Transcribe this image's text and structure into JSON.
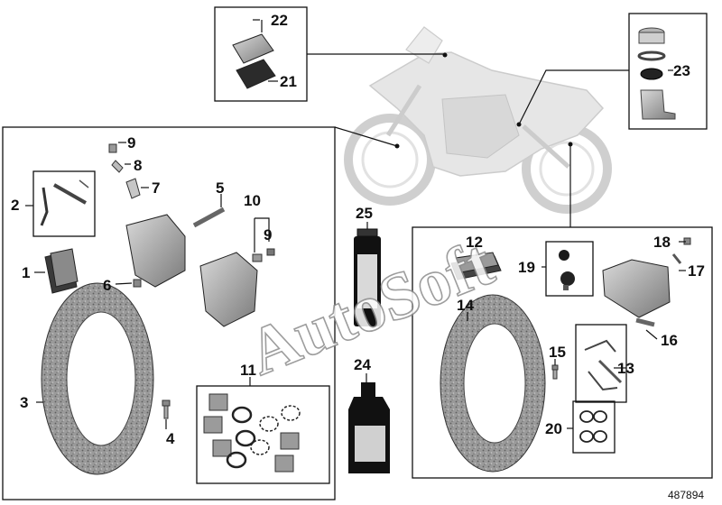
{
  "diagram": {
    "id_number": "487894",
    "watermark": "AutoSoft",
    "callouts": {
      "c1": "1",
      "c2": "2",
      "c3": "3",
      "c4": "4",
      "c5": "5",
      "c6": "6",
      "c7": "7",
      "c8": "8",
      "c9a": "9",
      "c9b": "9",
      "c10": "10",
      "c11": "11",
      "c12": "12",
      "c13": "13",
      "c14": "14",
      "c15": "15",
      "c16": "16",
      "c17": "17",
      "c18": "18",
      "c19": "19",
      "c20": "20",
      "c21": "21",
      "c22": "22",
      "c23": "23",
      "c24": "24",
      "c25": "25"
    }
  },
  "colors": {
    "line": "#111111",
    "part_fill": "#bfbfbf",
    "part_dark": "#6e6e6e",
    "motorcycle": "#e0e0e0",
    "watermark_stroke": "#8c8c8c"
  }
}
